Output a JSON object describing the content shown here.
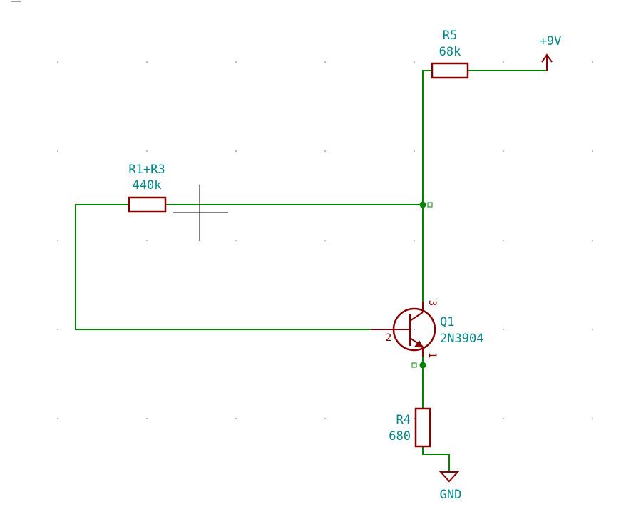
{
  "schematic": {
    "components": {
      "r5": {
        "reference": "R5",
        "value": "68k"
      },
      "r1r3": {
        "reference": "R1+R3",
        "value": "440k"
      },
      "r4": {
        "reference": "R4",
        "value": "680"
      },
      "q1": {
        "reference": "Q1",
        "value": "2N3904",
        "pin_base": "2",
        "pin_collector": "3",
        "pin_emitter": "1"
      }
    },
    "power": {
      "vcc": "+9V",
      "gnd": "GND"
    }
  },
  "colors": {
    "wire": "#008400",
    "component": "#840000",
    "label": "#008484",
    "background": "#ffffff"
  }
}
